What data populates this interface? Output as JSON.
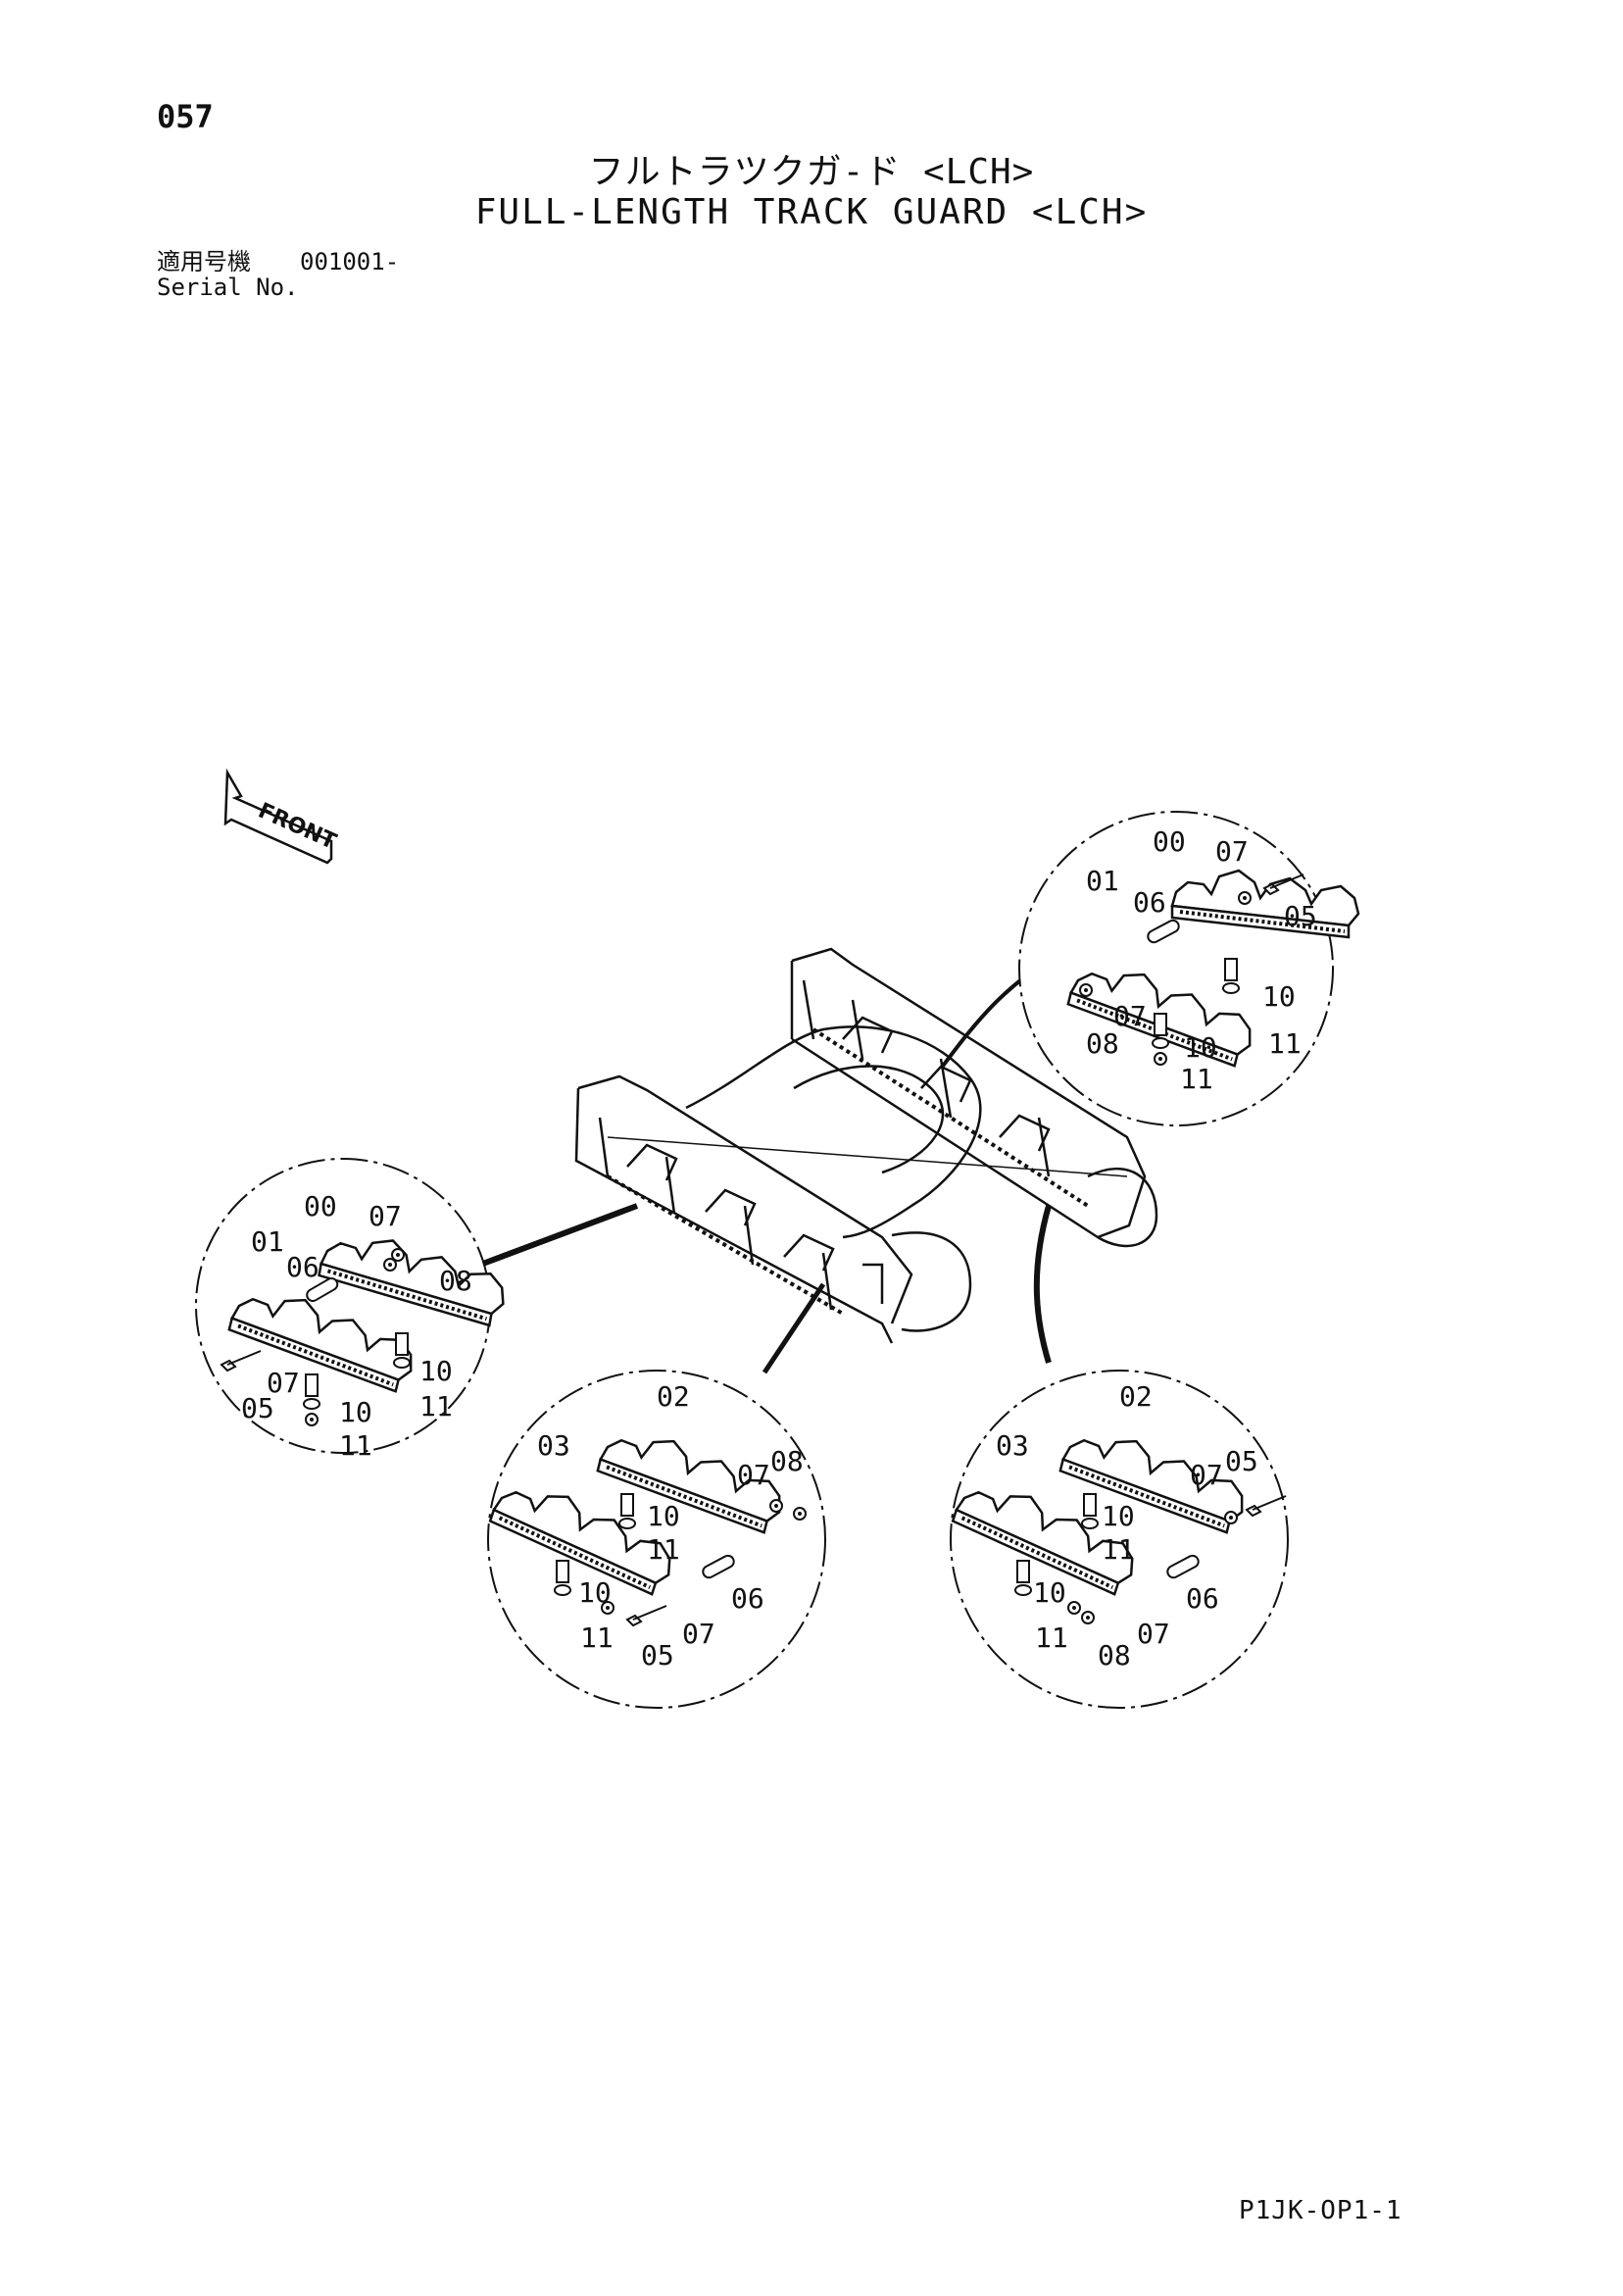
{
  "header": {
    "page_number": "057",
    "title_jp": "フルトラツクガ-ド <LCH>",
    "title_en": "FULL-LENGTH TRACK GUARD <LCH>",
    "serial_label_jp": "適用号機",
    "serial_value": "001001-",
    "serial_label_en": "Serial No."
  },
  "diagram": {
    "front_label": "FRONT",
    "circles": {
      "top_right": {
        "labels": [
          "00",
          "07",
          "01",
          "06",
          "05",
          "07",
          "10",
          "08",
          "10",
          "11",
          "11"
        ]
      },
      "left": {
        "labels": [
          "00",
          "07",
          "01",
          "06",
          "08",
          "10",
          "07",
          "11",
          "05",
          "10",
          "11"
        ]
      },
      "bottom_middle": {
        "labels": [
          "02",
          "03",
          "07",
          "08",
          "10",
          "11",
          "10",
          "06",
          "11",
          "07",
          "05"
        ]
      },
      "bottom_right": {
        "labels": [
          "02",
          "03",
          "07",
          "05",
          "10",
          "11",
          "10",
          "06",
          "11",
          "07",
          "08"
        ]
      }
    }
  },
  "footer": {
    "doc_code": "P1JK-OP1-1"
  }
}
